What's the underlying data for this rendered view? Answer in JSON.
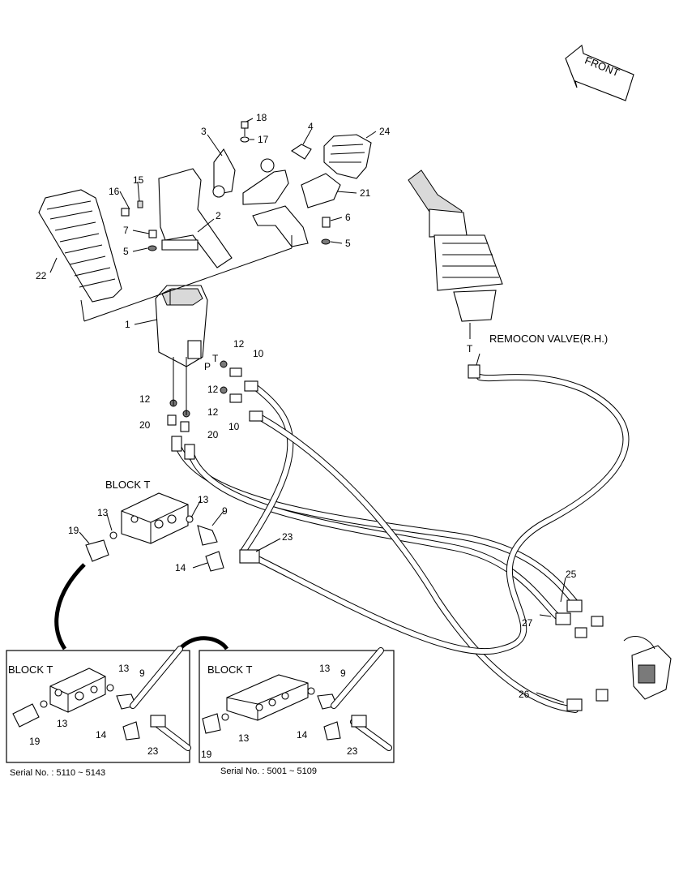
{
  "front_label": "FRONT",
  "remocon_label": "REMOCON VALVE(R.H.)",
  "port_labels": {
    "T": "T",
    "P": "P",
    "T_remocon": "T"
  },
  "block_main": "BLOCK T",
  "inset_left": {
    "title": "BLOCK T",
    "serial": "Serial No. : 5110 ~ 5143"
  },
  "inset_right": {
    "title": "BLOCK T",
    "serial": "Serial No. : 5001 ~ 5109"
  },
  "callouts": {
    "c1": "1",
    "c2": "2",
    "c3": "3",
    "c4": "4",
    "c5a": "5",
    "c5b": "5",
    "c6": "6",
    "c7": "7",
    "c9": "9",
    "c10a": "10",
    "c10b": "10",
    "c12a": "12",
    "c12b": "12",
    "c12c": "12",
    "c12d": "12",
    "c13a": "13",
    "c13b": "13",
    "c14": "14",
    "c15": "15",
    "c16": "16",
    "c17": "17",
    "c18": "18",
    "c19": "19",
    "c20a": "20",
    "c20b": "20",
    "c21": "21",
    "c22": "22",
    "c23": "23",
    "c24": "24",
    "c25": "25",
    "c26": "26",
    "c27": "27"
  },
  "inset_left_callouts": {
    "c13a": "13",
    "c13b": "13",
    "c9": "9",
    "c19": "19",
    "c14": "14",
    "c23": "23"
  },
  "inset_right_callouts": {
    "c13a": "13",
    "c13b": "13",
    "c9": "9",
    "c19": "19",
    "c14": "14",
    "c23": "23"
  }
}
